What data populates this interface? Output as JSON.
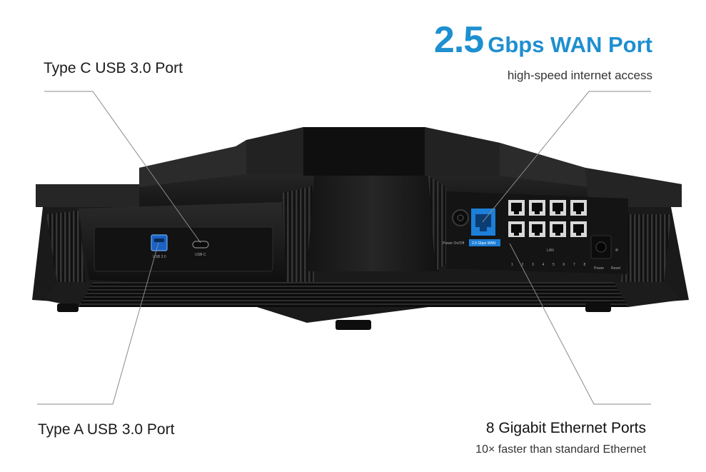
{
  "colors": {
    "accent": "#1e8fd0",
    "router_body": "#1b1b1b",
    "port_led": "#1c7fd8"
  },
  "callouts": {
    "usb_c": {
      "title": "Type C USB 3.0 Port"
    },
    "usb_a": {
      "title": "Type A USB 3.0 Port"
    },
    "wan": {
      "number": "2.5",
      "title_rest": "Gbps WAN Port",
      "subtitle": "high-speed internet access"
    },
    "ethernet": {
      "title": "8 Gigabit Ethernet Ports",
      "subtitle": "10× faster than standard Ethernet"
    }
  },
  "router": {
    "usb_a_port_label": "USB 3.0",
    "usb_c_port_label": "USB-C",
    "power_label": "Power On/Off",
    "wan_port_label": "2.5 Gbps WAN",
    "lan_label": "LAN",
    "port_numbers": [
      "1",
      "2",
      "3",
      "4",
      "5",
      "6",
      "7",
      "8"
    ],
    "power_jack_label": "Power",
    "reset_label": "Reset"
  }
}
